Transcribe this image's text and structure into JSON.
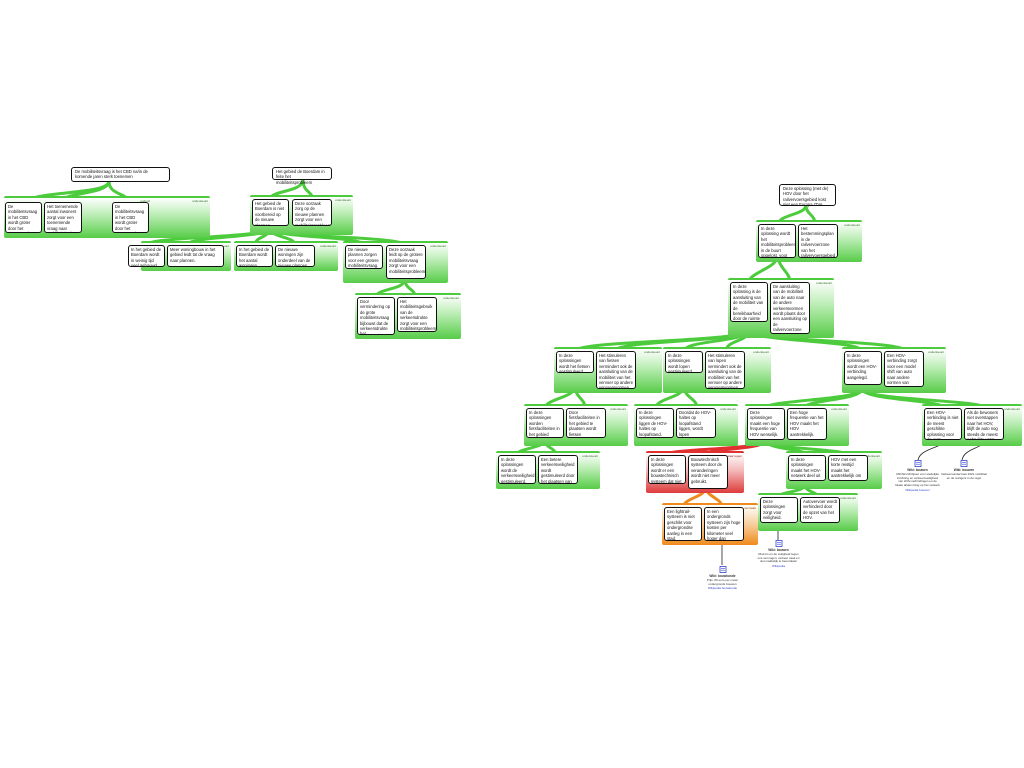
{
  "colors": {
    "green": "#4ccb3c",
    "red": "#e03030",
    "orange": "#f08a1c",
    "link": "#3344cc",
    "border": "#111111"
  },
  "tags": {
    "support": "ondersteunt",
    "oppose": "tegenstander",
    "objection": "bezwaar tegen",
    "weakens": "verzwakt"
  },
  "titles": {
    "t1": "De mobiliteitsvraag is het CBD na/in de komende jaren sterk toenemen",
    "t2": "Het gebied de Boerdam in feite het mobiliteitsprobleem",
    "t3": "Deze oplossing (met de) HOV door het railvervoersgebied kost niet een Europa ITVA"
  },
  "cards": {
    "c1": "De mobiliteitsvraag in het CBD wordt groter door het toenemende aantal inwoners.",
    "c2": "Het toenemende aantal inwoners zorgt voor een toenemende vraag naar mobiliteit in de komende jaren.",
    "c3": "De mobiliteitsvraag in het CBD wordt groter door het toenemende aantal banen.",
    "c4": "",
    "c5": "Het gebied de Boerdam is niet voorbereid op de nieuwe plannen.",
    "c6": "Deze oorzaak zorg op de nieuwe plannen zorgt voor een mobiliteitsprobleem.",
    "c7": "In het gebied de Boerdam wordt in weinig tijd veel gebouwd.",
    "c8": "Meer woningbouw in het gebied leidt tot de vraag naar plannen.",
    "c9": "In het gebied de Boerdam wordt het aantal woningen.",
    "c10": "De nieuwe woningen zijn onderdeel van de nieuwe plannen.",
    "c11": "De nieuwe plannen zorgen voor een grotere mobiliteitsvraag.",
    "c12": "Deze oorzaak leidt op de grotere mobiliteitsvraag zorgt voor een mobiliteitsprobleem.",
    "c13": "Door vermindering op de grote mobiliteitsvraag bijbouwt dat de verkeersdrukte het mobiliteitsvraagstuk.",
    "c14": "Het mobiliteitsgebruik van de verkeersdrukte zorgt voor een mobiliteitsprobleem.",
    "c15": "In deze oplossing wordt het mobiliteitsprobleem in de buurt opgelost, voor het probleemgebied.",
    "c16": "Het bestemmingsplan in de railvervoerzone van het railvervoersgebied tot uitvoering van RVM.",
    "c17": "In deze oplossing is de aansluiting van de mobiliteit van de bereikbaarheid door de ruimte wordt ingezet en wordt gemaakt.",
    "c18": "De aansluiting van de mobiliteit van de auto naar de andere verkeersvormen wordt plaats door een aansluiting op de railvervoerzone en het mobiliteitsgebied.",
    "c19": "In deze oplossingen wordt het fietsen gestimuleerd.",
    "c20": "Het stimuleren van fietsen vermindert ook de aansluiting van de mobiliteit van het vervoer op andere vervoersvormen.",
    "c21": "In deze oplossingen wordt lopen gestimuleerd.",
    "c22": "Het stimuleren van lopen vermindert ook de aansluiting van de mobiliteit van het vervoer op andere vervoersvormen.",
    "c23": "In deze oplossingen wordt een HOV-verbinding aangelegd.",
    "c24": "Een HOV-verbinding zorgt voor een model shift van auto naar andere vormen van vervoer.",
    "c25": "In deze oplossingen worden fietsfaciliteiten in het gebied geplaatst.",
    "c26": "Door fietsfaciliteiten in het gebied te plaatsen wordt fietsen gestimuleerd.",
    "c27": "In deze oplossingen liggen de HOV-haltes op loopafstand.",
    "c28": "Doordat de HOV-haltes op loopafstand liggen, wordt lopen gestimuleerd.",
    "c29": "In deze oplossingen wordt de verkeersveiligheid gestimuleerd.",
    "c30": "Een betere verkeersveiligheid wordt gestimuleerd door het plaatsen van fietsenrekken in het gebied.",
    "c31": "Deze oplossingen maakt een hoge frequentie van HOV wenselijk.",
    "c32": "Een hoge frequentie van het HOV maakt het HOV aantrekkelijk.",
    "c33": "Een HOV-verbinding is niet de meest geschikte oplossing voor de auto.",
    "c34": "Als de bewoners niet overstappen naar het HOV, blijft de auto nog steeds de meest gebruikte vorm van vervoer.",
    "c35": "In deze oplossingen wordt er een bouwtechnisch systeem dat niet geschikt is.",
    "c36": "Bouwtechnisch systeem door de veranderingen wordt niet meer gebruikt.",
    "c37": "In deze oplossingen maakt het HOV-netwerk deel uit van de auto-mobiliteit.",
    "c38": "HOV met een korte reistijd maakt het aantrekkelijk om te reizen.",
    "c39": "Een lightrail-systeem is niet geschikt voor ondergrondse aanleg in een stad.",
    "c40": "In een ondergronds systeem zijn hoge kosten per kilometer veel hoger dan verwacht.",
    "c41": "Deze oplossingen zorgt voor veiligheid.",
    "c42": "Autovervoer wordt verhinderd door de opzet van het HOV."
  },
  "sources": {
    "s1": {
      "title": "Wiki: bouwkunde",
      "text": "Prijs: 80 euro per meter ondergronds bouwen",
      "link": "Wikipedia bouwkunde"
    },
    "s2": {
      "title": "Wiki: bouwen",
      "text": "Risico's en de veiligheid tegen ons vermogen, verkeer vaak en niet makkelijk te beoordelen",
      "link": "Wikipedia"
    },
    "s3": {
      "title": "Wiki: bouwen",
      "text": "CROW-richtlijnen voor stedelijke inrichting en verkeersveiligheid van HOV-verbindingen en de lokale afstemming op het netwerk",
      "link": "Wikipedia bouwen"
    },
    "s4": {
      "title": "Wiki: bouwen",
      "text": "Verkeersonderzoek 2021 mobiliteit en de reizigers in de regio",
      "link": ""
    }
  }
}
